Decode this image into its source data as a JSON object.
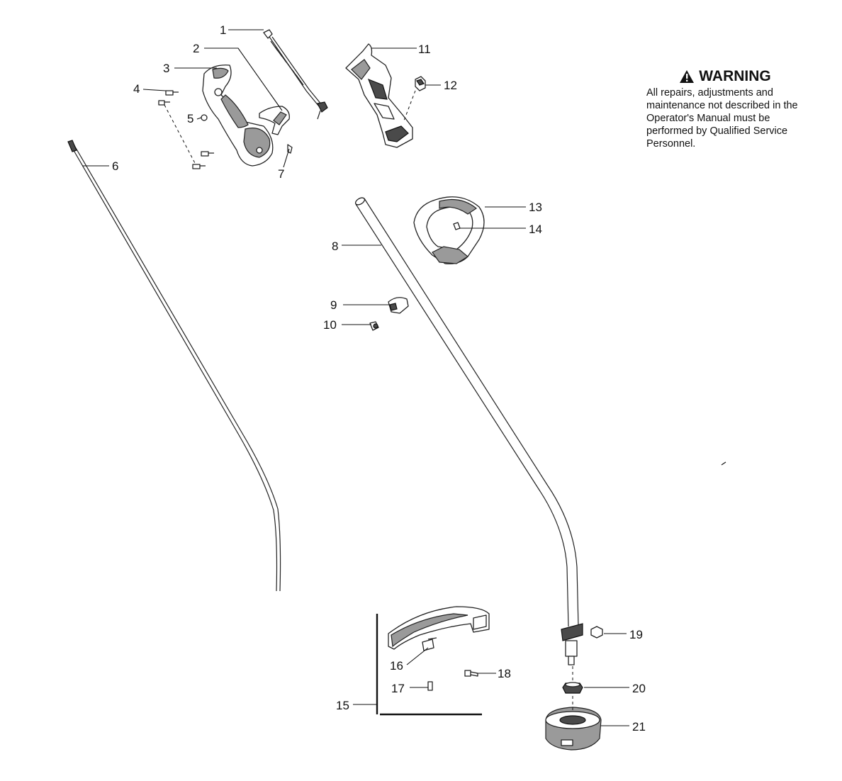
{
  "warning": {
    "title": "WARNING",
    "text": "All repairs, adjustments and maintenance not described in the Operator's Manual must be performed by Qualified Service Personnel."
  },
  "callouts": [
    {
      "id": "c1",
      "label": "1"
    },
    {
      "id": "c2",
      "label": "2"
    },
    {
      "id": "c3",
      "label": "3"
    },
    {
      "id": "c4",
      "label": "4"
    },
    {
      "id": "c5",
      "label": "5"
    },
    {
      "id": "c6",
      "label": "6"
    },
    {
      "id": "c7",
      "label": "7"
    },
    {
      "id": "c8",
      "label": "8"
    },
    {
      "id": "c9",
      "label": "9"
    },
    {
      "id": "c10",
      "label": "10"
    },
    {
      "id": "c11",
      "label": "11"
    },
    {
      "id": "c12",
      "label": "12"
    },
    {
      "id": "c13",
      "label": "13"
    },
    {
      "id": "c14",
      "label": "14"
    },
    {
      "id": "c15",
      "label": "15"
    },
    {
      "id": "c16",
      "label": "16"
    },
    {
      "id": "c17",
      "label": "17"
    },
    {
      "id": "c18",
      "label": "18"
    },
    {
      "id": "c19",
      "label": "19"
    },
    {
      "id": "c20",
      "label": "20"
    },
    {
      "id": "c21",
      "label": "21"
    }
  ]
}
